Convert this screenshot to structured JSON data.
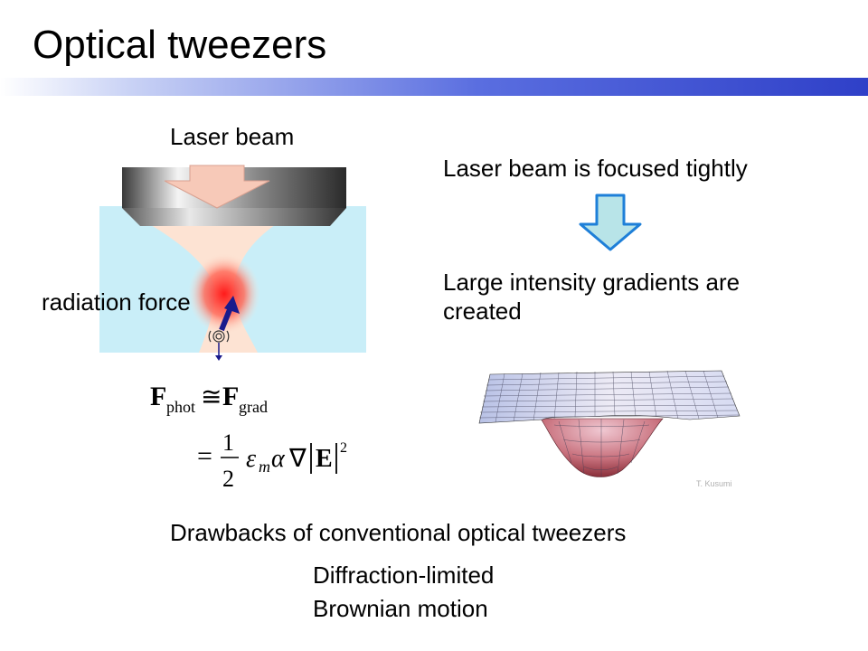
{
  "slide": {
    "title": "Optical tweezers",
    "laser_beam_label": "Laser beam",
    "focused_text": "Laser beam is focused tightly",
    "gradients_text": "Large intensity gradients are created",
    "radiation_force_label": "radiation force",
    "credit": "T. Kusumi",
    "drawbacks_title": "Drawbacks of conventional optical tweezers",
    "drawbacks": [
      "Diffraction-limited",
      "Brownian motion"
    ]
  },
  "colors": {
    "title_bar_end": "#2f40c8",
    "water": "#c9eef8",
    "beam": "#fde3d3",
    "focus_spot": "#ff2a2a",
    "down_arrow_fill": "#b8e4e8",
    "down_arrow_stroke": "#1e7fd8",
    "force_arrow": "#1a1a8c"
  },
  "icons": [
    "laser-arrow-icon",
    "down-arrow-icon",
    "force-arrow-icon",
    "trapped-particle-icon"
  ]
}
